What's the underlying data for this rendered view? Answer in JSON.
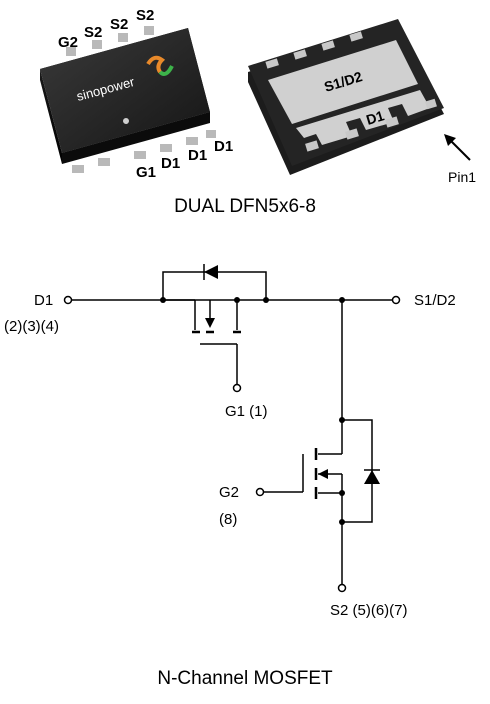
{
  "package": {
    "name": "DUAL DFN5x6-8",
    "top_pins": [
      "G2",
      "S2",
      "S2",
      "S2"
    ],
    "bottom_pins": [
      "G1",
      "D1",
      "D1",
      "D1"
    ],
    "logo": "sinopower",
    "pad_labels": [
      "S1/D2",
      "D1"
    ],
    "pin1_label": "Pin1"
  },
  "schematic": {
    "d1_label": "D1",
    "d1_pins": "(2)(3)(4)",
    "s1d2_label": "S1/D2",
    "g1_label": "G1 (1)",
    "g2_label": "G2",
    "g2_pin": "(8)",
    "s2_label": "S2 (5)(6)(7)"
  },
  "footer": "N-Channel MOSFET"
}
